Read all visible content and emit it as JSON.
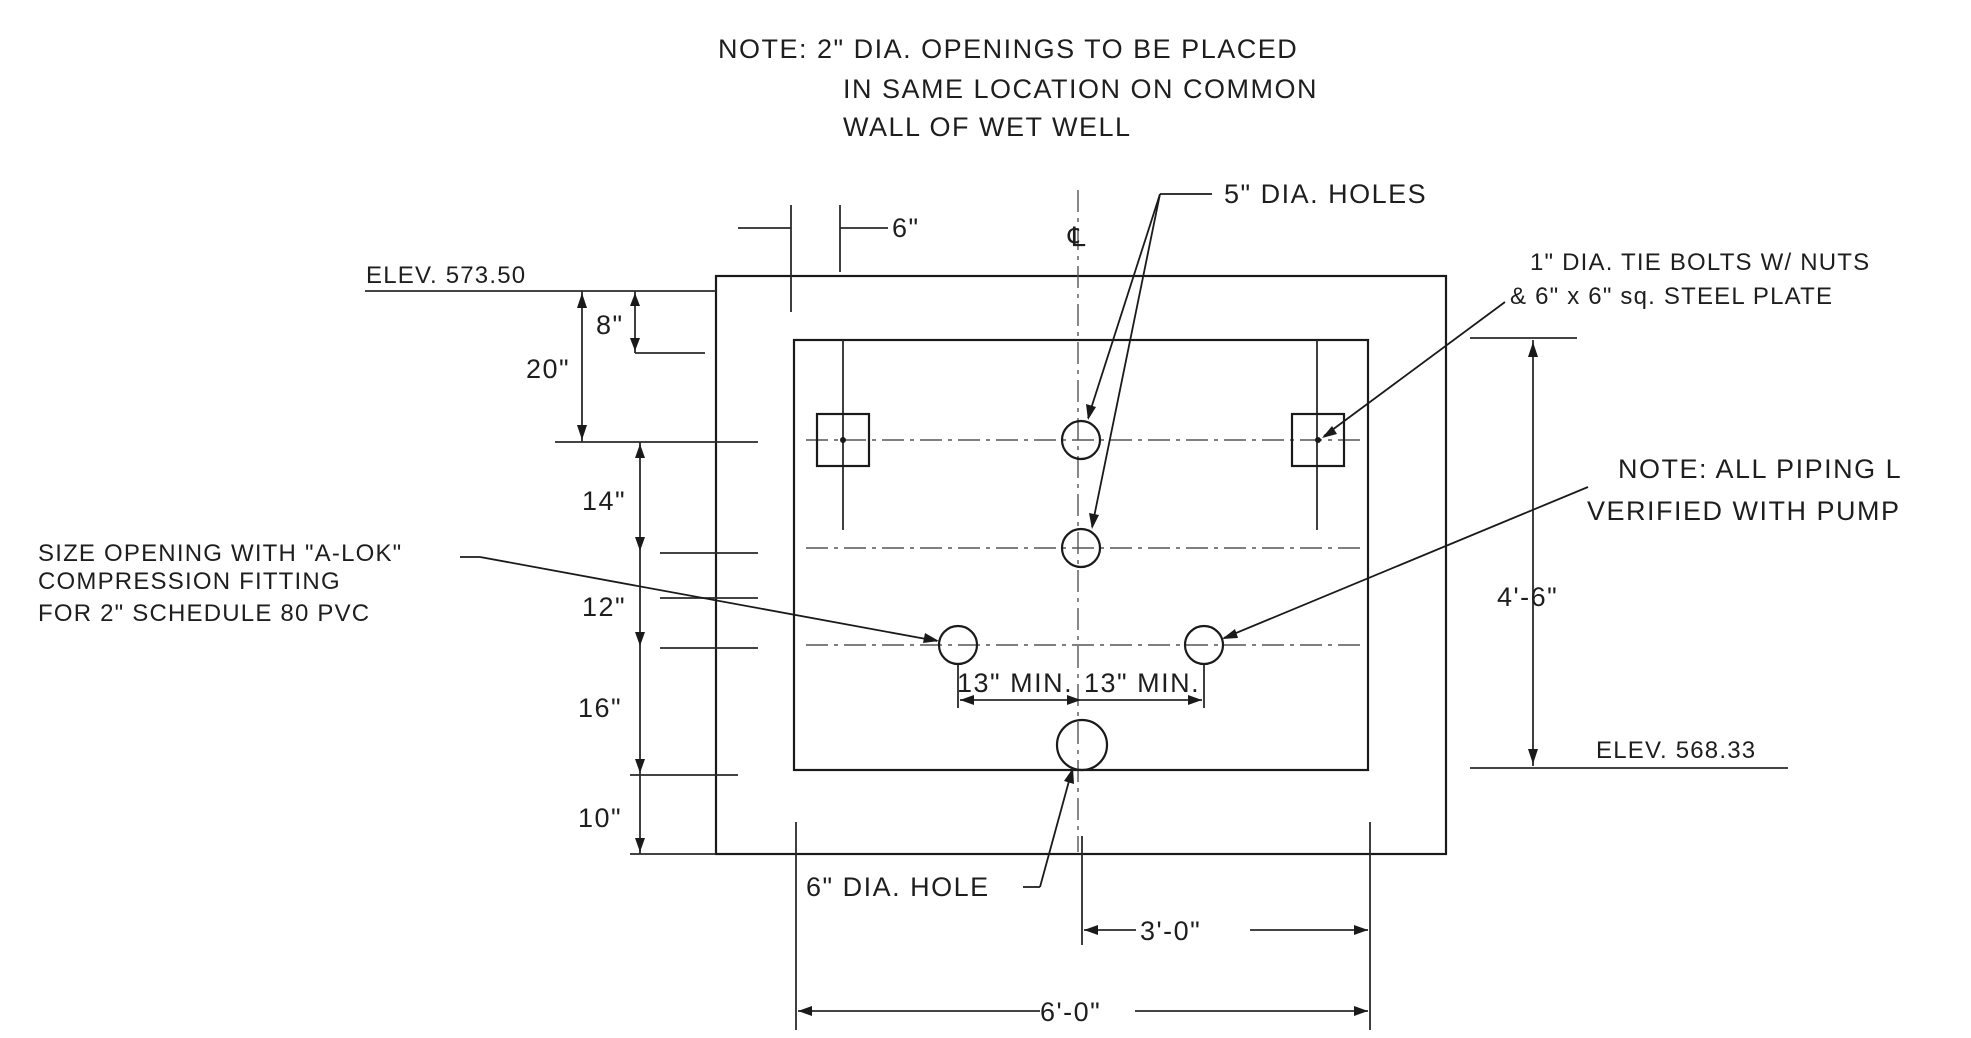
{
  "notes": {
    "top_line1": "NOTE:  2\" DIA. OPENINGS TO BE PLACED",
    "top_line2": "IN SAME LOCATION ON COMMON",
    "top_line3": "WALL OF WET WELL",
    "right_line1": "NOTE:  ALL PIPING L",
    "right_line2": "VERIFIED WITH PUMP"
  },
  "callouts": {
    "holes_5in": "5\" DIA. HOLES",
    "tie_bolts_line1": "1\" DIA. TIE BOLTS W/ NUTS",
    "tie_bolts_line2": "& 6\" x 6\" sq. STEEL PLATE",
    "size_opening_line1": "SIZE OPENING WITH \"A-LOK\"",
    "size_opening_line2": "COMPRESSION FITTING",
    "size_opening_line3": "FOR 2\" SCHEDULE 80 PVC",
    "hole_6in": "6\" DIA. HOLE",
    "centerline": "℄"
  },
  "elevations": {
    "top": "ELEV. 573.50",
    "bottom": "ELEV. 568.33"
  },
  "dimensions": {
    "wall_6in": "6\"",
    "d_8in": "8\"",
    "d_20in": "20\"",
    "d_14in": "14\"",
    "d_12in": "12\"",
    "d_16in": "16\"",
    "d_10in": "10\"",
    "height": "4'-6\"",
    "min_left": "13\"  MIN.",
    "min_right": "13\"  MIN.",
    "half_width": "3'-0\"",
    "width": "6'-0\""
  }
}
